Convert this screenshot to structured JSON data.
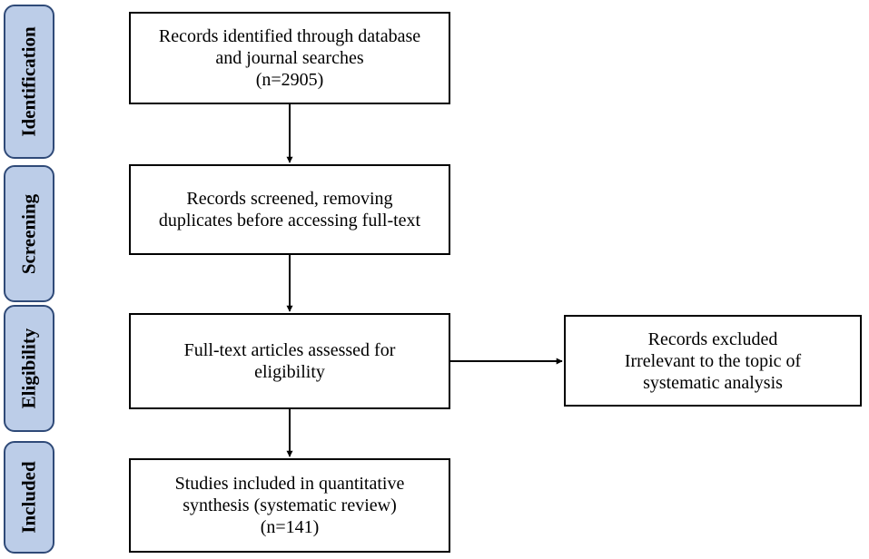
{
  "stages": [
    "Identification",
    "Screening",
    "Eligibility",
    "Included"
  ],
  "boxes": [
    {
      "lines": [
        "Records identified through database",
        "and journal searches",
        "(n=2905)"
      ]
    },
    {
      "lines": [
        "Records screened, removing",
        "duplicates before accessing full-text"
      ]
    },
    {
      "lines": [
        "Full-text articles assessed for",
        "eligibility"
      ]
    },
    {
      "lines": [
        "Studies included in quantitative",
        "synthesis (systematic review)",
        "(n=141)"
      ]
    }
  ],
  "excluded": {
    "lines": [
      "Records excluded",
      "Irrelevant to the topic of",
      "systematic analysis"
    ]
  }
}
